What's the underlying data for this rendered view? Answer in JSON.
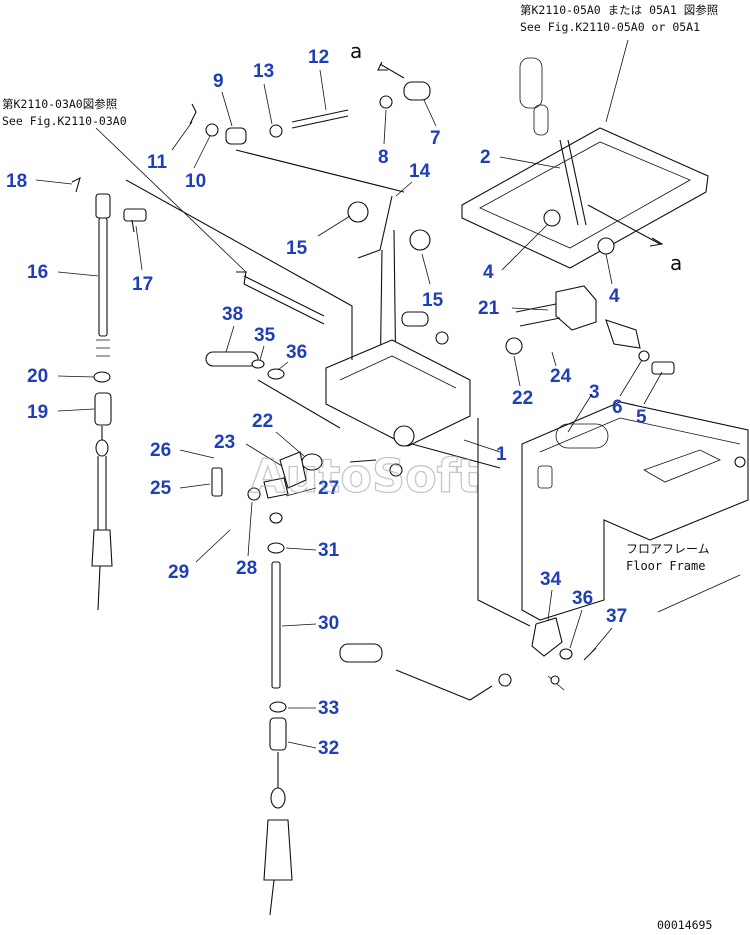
{
  "references": {
    "top_right_jp": "第K2110-05A0 または 05A1 図参照",
    "top_right_en": "See Fig.K2110-05A0 or 05A1",
    "top_left_jp": "第K2110-03A0図参照",
    "top_left_en": "See Fig.K2110-03A0"
  },
  "labels": {
    "floor_frame_jp": "フロアフレーム",
    "floor_frame_en": "Floor Frame",
    "arrow_letter_top": "a",
    "arrow_letter_right": "a"
  },
  "callouts": [
    "1",
    "2",
    "3",
    "4",
    "4",
    "5",
    "6",
    "7",
    "8",
    "9",
    "10",
    "11",
    "12",
    "13",
    "14",
    "15",
    "15",
    "16",
    "17",
    "18",
    "19",
    "20",
    "21",
    "22",
    "22",
    "23",
    "24",
    "25",
    "26",
    "27",
    "28",
    "29",
    "30",
    "31",
    "32",
    "33",
    "34",
    "35",
    "36",
    "36",
    "37",
    "38"
  ],
  "watermark": "AutoSoft",
  "figure_number": "00014695",
  "colors": {
    "callout": "#1f3fb8",
    "line": "#111111"
  }
}
